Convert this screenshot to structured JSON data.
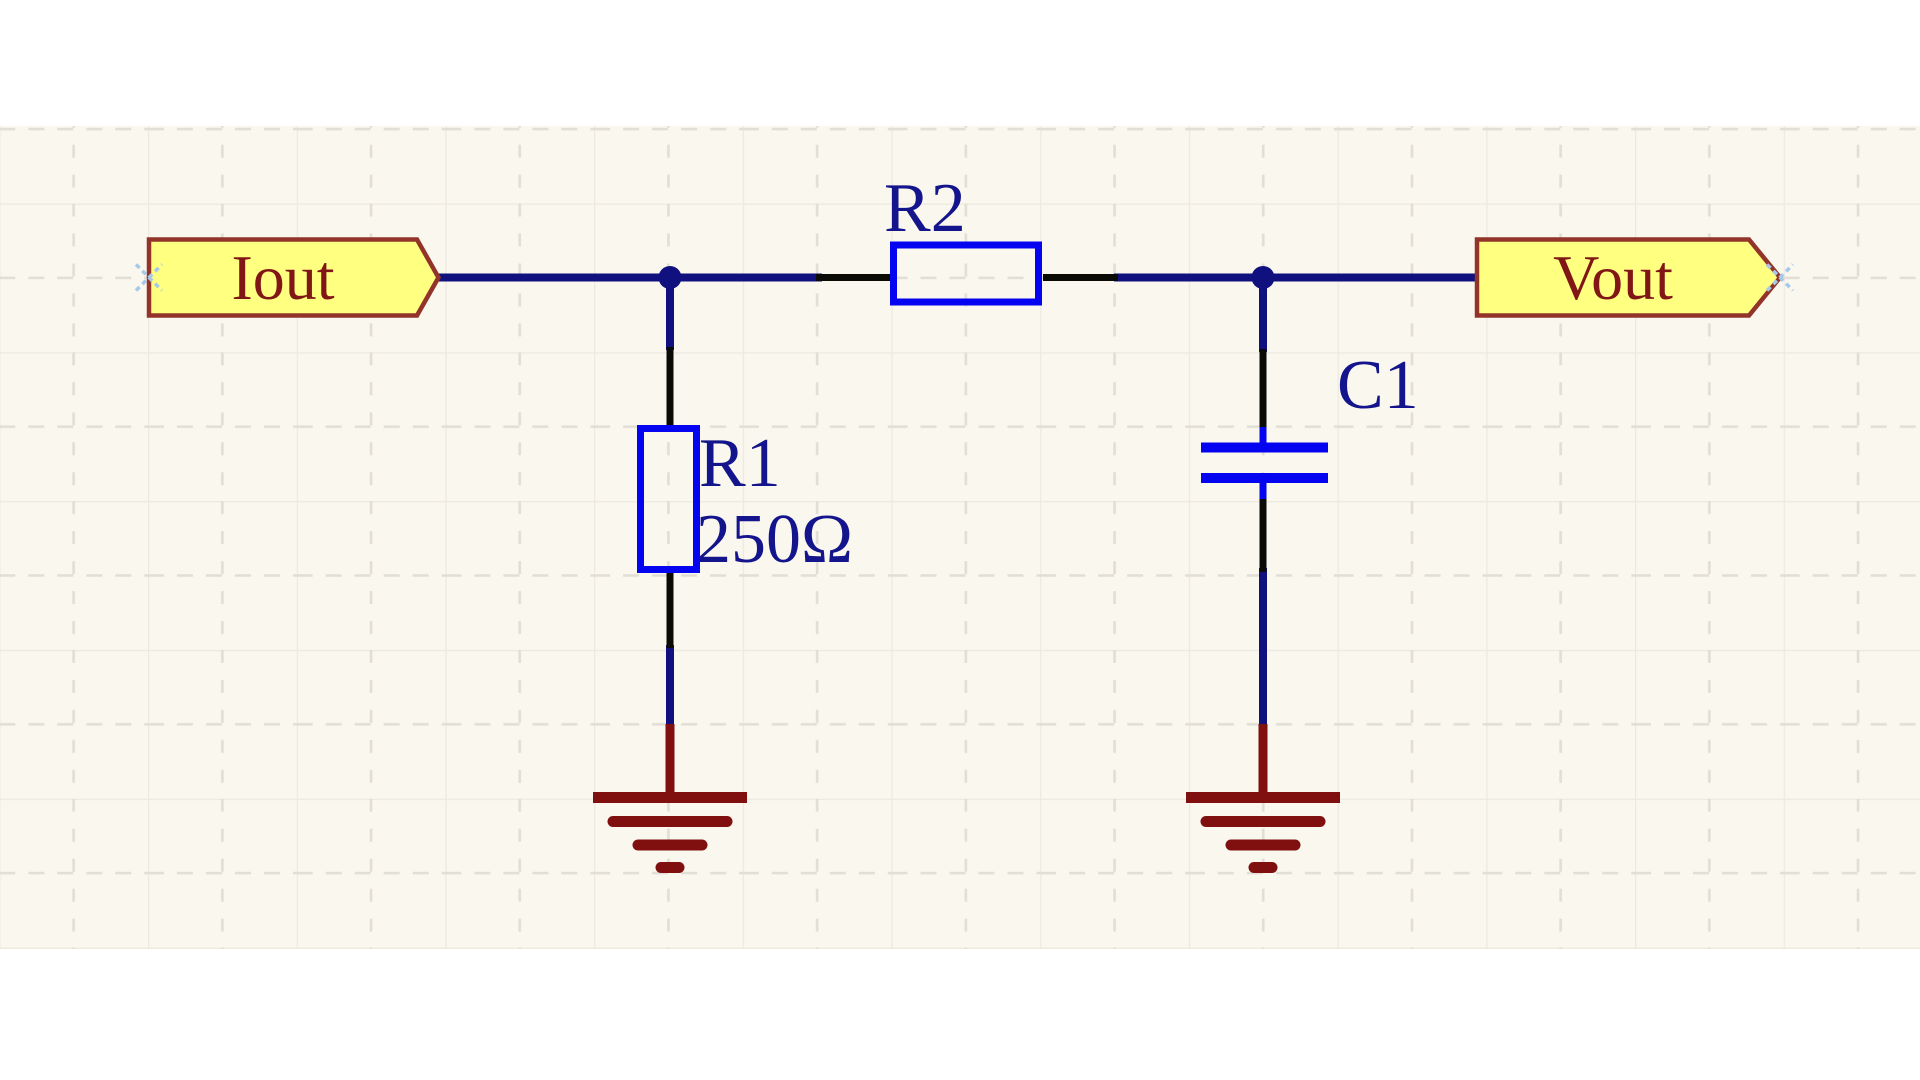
{
  "schematic": {
    "sheet": "schematic-canvas",
    "ports": [
      {
        "label": "Iout",
        "direction": "right"
      },
      {
        "label": "Vout",
        "direction": "right"
      }
    ],
    "components": [
      {
        "designator": "R1",
        "value": "250Ω",
        "type": "resistor",
        "orientation": "vertical"
      },
      {
        "designator": "R2",
        "value": "",
        "type": "resistor",
        "orientation": "horizontal"
      },
      {
        "designator": "C1",
        "value": "",
        "type": "capacitor",
        "orientation": "vertical"
      }
    ],
    "grounds": [
      {
        "name": "gnd-r1"
      },
      {
        "name": "gnd-c1"
      }
    ]
  },
  "colors": {
    "sheet_background": "#FAF7EE",
    "grid_solid": "#ECE9E1",
    "grid_dashed": "#E1DED5",
    "wire": "#10107E",
    "pin": "#0B0B06",
    "component_outline": "#0404F0",
    "designator_text": "#14148C",
    "ground_symbol": "#801010",
    "port_fill": "#FFFF80",
    "port_border": "#92342A",
    "port_text": "#801616",
    "connection_marker": "#A6C9E9"
  }
}
